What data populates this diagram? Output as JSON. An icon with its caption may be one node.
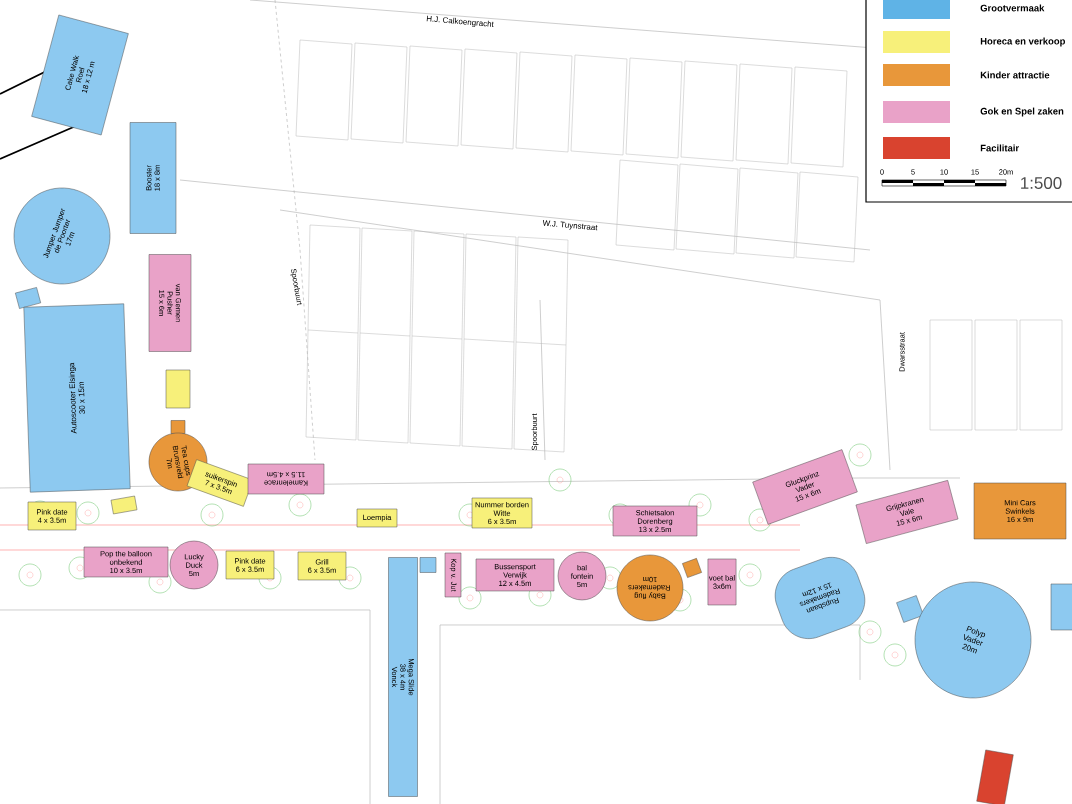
{
  "diagram": {
    "nodes": [
      {
        "text": [
          "Cake Walk",
          "Roel",
          "18 x 12 m"
        ]
      },
      {
        "text": [
          "Booster",
          "18 x 8m"
        ]
      },
      {
        "text": [
          "Jumper Jumper de Poorter",
          "17m"
        ]
      },
      {
        "text": [],
        "shape": "box"
      },
      {
        "text": [
          "Autoscooter Elsinga",
          "30 x 15m"
        ]
      },
      {
        "text": [
          "van Gemen",
          "Pusher",
          "15 x 6m"
        ]
      },
      {
        "text": [],
        "shape": "box"
      },
      {
        "text": [],
        "shape": "box"
      },
      {
        "text": [
          "Tea cups Brunsveld",
          "7m"
        ]
      },
      {
        "text": [
          "suikerspin",
          "7 x 3.5m"
        ]
      },
      {
        "text": [
          "Kamelenrace",
          "11.5 x 4.5m"
        ]
      },
      {
        "text": [
          "Pink date",
          "4 x 3.5m"
        ]
      },
      {
        "text": [],
        "shape": "box"
      },
      {
        "text": [
          "Loempia"
        ]
      },
      {
        "text": [
          "Nummer borden",
          "Witte",
          "6 x 3.5m"
        ]
      },
      {
        "text": [
          "Schietsalon",
          "Dorenberg",
          "13 x 2.5m"
        ]
      },
      {
        "text": [
          "Gluckprinz",
          "Vader",
          "15 x 6m"
        ]
      },
      {
        "text": [
          "Grijpkranen",
          "Vale",
          "15 x 6m"
        ]
      },
      {
        "text": [
          "Mini Cars",
          "Swinkels",
          "16 x 9m"
        ]
      },
      {
        "text": [
          "Pop the balloon",
          "onbekend",
          "10 x 3.5m"
        ]
      },
      {
        "text": [
          "Lucky Duck",
          "5m"
        ]
      },
      {
        "text": [
          "Pink date",
          "6 x 3.5m"
        ]
      },
      {
        "text": [
          "Grill",
          "6 x 3.5m"
        ]
      },
      {
        "text": [
          "Mega Slide",
          "38 x 4m",
          "Vonck"
        ]
      },
      {
        "text": [],
        "shape": "box"
      },
      {
        "text": [
          "Kop v. Jut"
        ]
      },
      {
        "text": [
          "Bussensport",
          "Verwijk",
          "12 x 4.5m"
        ]
      },
      {
        "text": [
          "bal fontein",
          "5m"
        ]
      },
      {
        "text": [
          "Baby flug",
          "Rademakers 10m"
        ]
      },
      {
        "text": [],
        "shape": "box"
      },
      {
        "text": [
          "voet bal",
          "3x6m"
        ]
      },
      {
        "text": [
          "Rupsbaan",
          "Rademakers",
          "15 x 12m"
        ]
      },
      {
        "text": [],
        "shape": "box"
      },
      {
        "text": [
          "Polyp",
          "Vader",
          "20m"
        ]
      },
      {
        "text": [],
        "shape": "box"
      },
      {
        "text": [],
        "shape": "box"
      }
    ],
    "labels": [
      "H.J. Calkoengracht",
      "W.J. Tuynstraat",
      "Spoorbuurt",
      "Spoorbuurt",
      "Dwarsstraat",
      "0",
      "5",
      "10",
      "15",
      "20m",
      "1:500"
    ],
    "legend": [
      {
        "text": "Grootvermaak",
        "color": "#5fb3e6"
      },
      {
        "text": "Horeca en verkoop",
        "color": "#f7f07a"
      },
      {
        "text": "Kinder attractie",
        "color": "#e8973a"
      },
      {
        "text": "Gok en Spel zaken",
        "color": "#e9a2c8"
      },
      {
        "text": "Facilitair",
        "color": "#d9432f"
      }
    ]
  }
}
